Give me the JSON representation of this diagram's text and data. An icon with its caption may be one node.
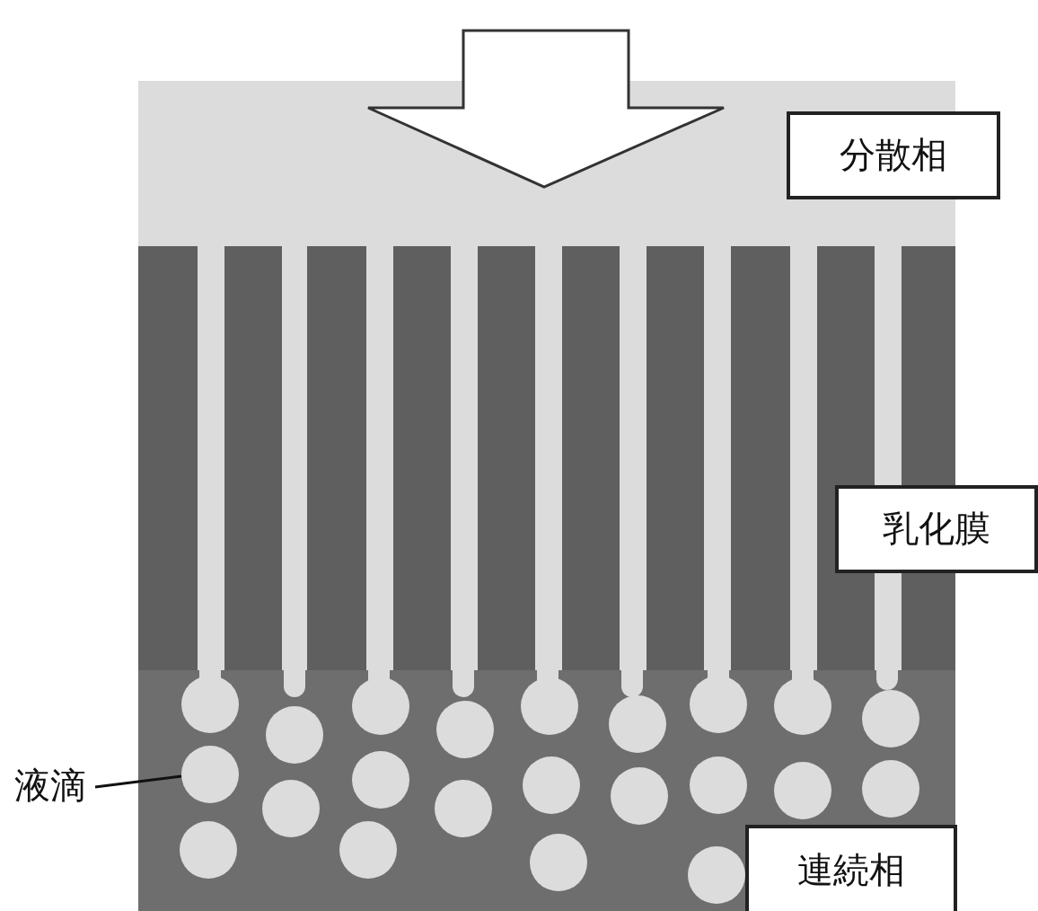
{
  "diagram": {
    "nodes": [
      {
        "text": [
          "分散相"
        ]
      },
      {
        "text": [
          "乳化膜"
        ]
      },
      {
        "text": [
          "連続相"
        ]
      },
      {
        "text": [
          "液滴"
        ]
      },
      {
        "text": [],
        "shape": "circle"
      }
    ],
    "edges": [
      {
        "from": 3,
        "to": 4,
        "arrow": "none"
      }
    ]
  }
}
